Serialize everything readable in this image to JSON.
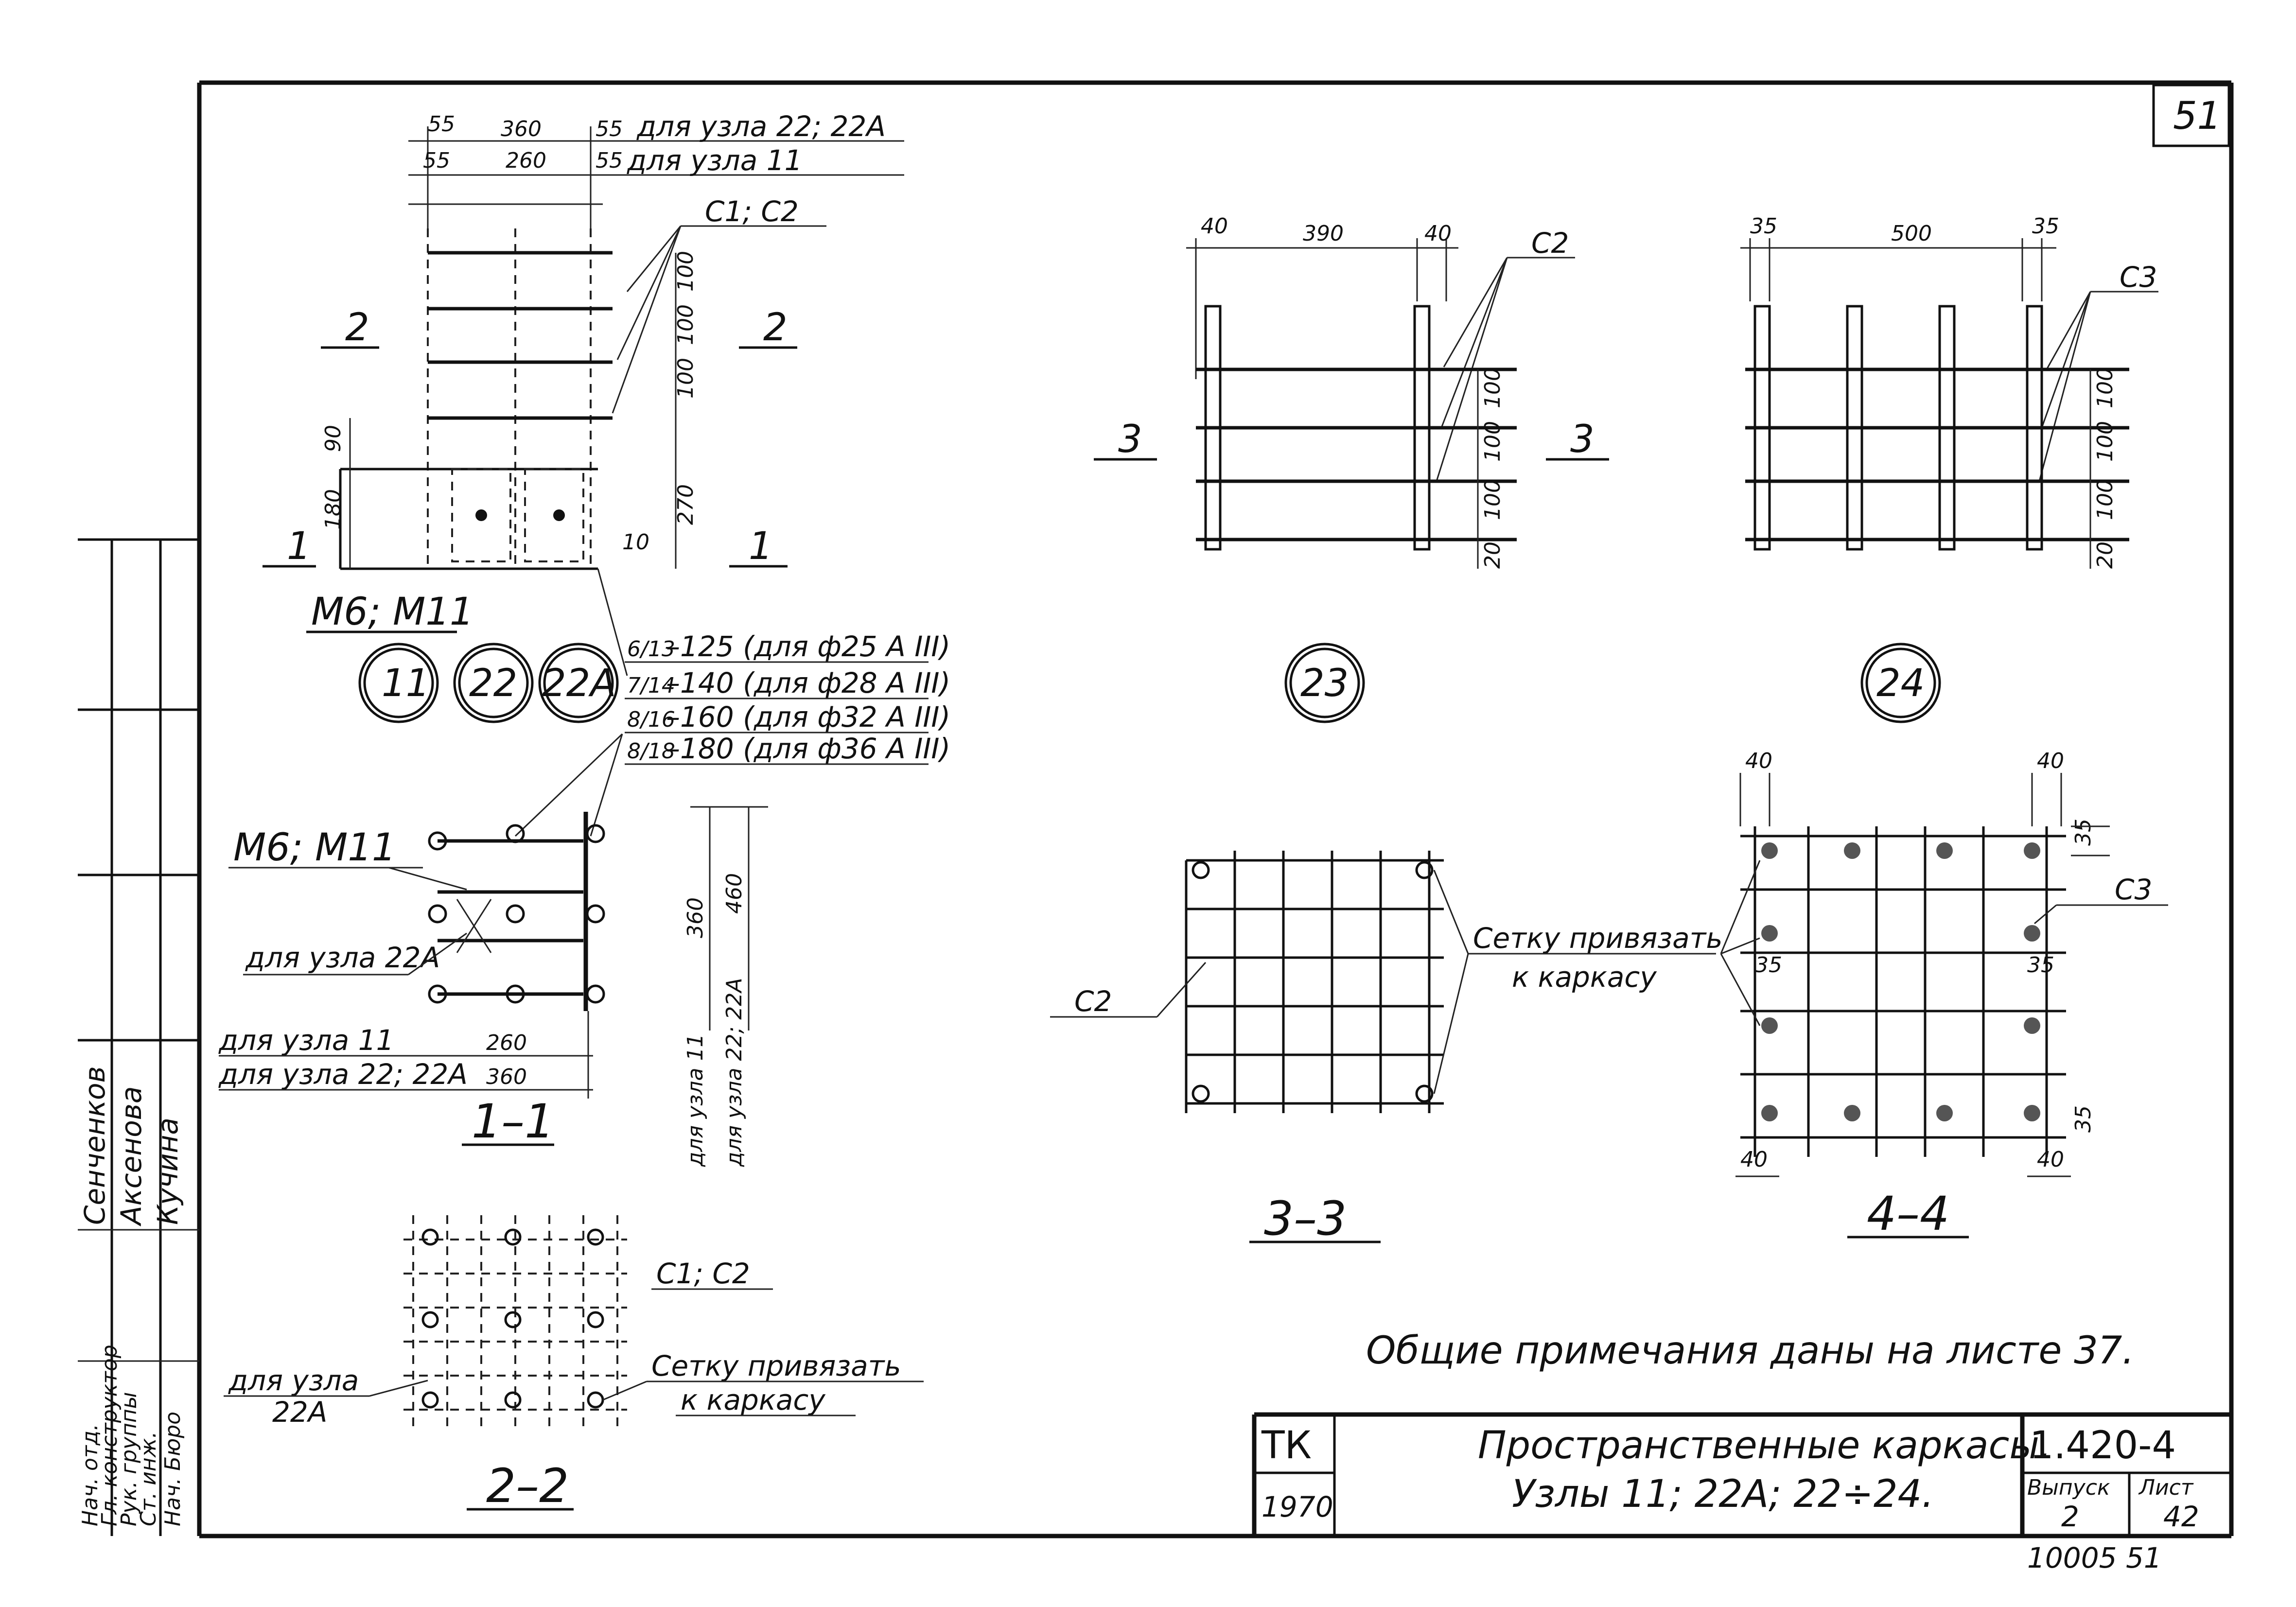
{
  "sheet": {
    "page_number": "51",
    "general_note": "Общие примечания даны на листе 37.",
    "archive_mark": "10005 51"
  },
  "title_block": {
    "org": "ТК",
    "year": "1970",
    "title_line1": "Пространственные каркасы.",
    "title_line2": "Узлы 11; 22А; 22÷24.",
    "series": "1.420-4",
    "issue_label": "Выпуск",
    "issue_value": "2",
    "sheet_label": "Лист",
    "sheet_value": "42"
  },
  "left_stamp": {
    "roles": [
      "Нач. отд.",
      "Гл. конструктор",
      "Рук. группы",
      "Ст. инж.",
      "Нач. Бюро"
    ],
    "names": [
      "Сенченков",
      "Аксенова",
      "Кучина"
    ]
  },
  "node_11_22": {
    "dim_top_1": [
      "55",
      "360",
      "55"
    ],
    "note_top_1": "для узла 22; 22А",
    "dim_top_2": [
      "55",
      "260",
      "55"
    ],
    "note_top_2": "для узла 11",
    "mesh_label": "С1; С2",
    "dims_right": [
      "100",
      "100",
      "100",
      "270"
    ],
    "dims_left": [
      "90",
      "180"
    ],
    "dim_small": "10",
    "cut_2": "2",
    "cut_1": "1",
    "anchor_label": "М6; М11",
    "circles": [
      "11",
      "22",
      "22А"
    ],
    "callouts": [
      {
        "frac": "6/13",
        "text": "–125 (для ф25 А III)"
      },
      {
        "frac": "7/14",
        "text": "–140 (для ф28 А III)"
      },
      {
        "frac": "8/16",
        "text": "–160 (для ф32 А III)"
      },
      {
        "frac": "8/18",
        "text": "–180 (для ф36 А III)"
      }
    ]
  },
  "section_1_1": {
    "anchor_label": "М6; М11",
    "node_note": "для узла 22А",
    "dim_11_label": "для узла 11",
    "dim_11_value": "260",
    "dim_22_label": "для узла 22; 22А",
    "dim_22_value": "360",
    "dim_v1": "360",
    "dim_v2": "460",
    "vert_note_1": "для узла 11",
    "vert_note_2": "для узла 22; 22А",
    "title": "1–1"
  },
  "section_2_2": {
    "mesh_label": "С1; С2",
    "node_note_1": "для узла",
    "node_note_2": "22А",
    "tie_note_1": "Сетку привязать",
    "tie_note_2": "к каркасу",
    "title": "2–2"
  },
  "node_23": {
    "dims_top": [
      "40",
      "390",
      "40"
    ],
    "mesh_label": "С2",
    "dims_right": [
      "100",
      "100",
      "100",
      "20"
    ],
    "cut": "3",
    "circle": "23"
  },
  "node_24": {
    "dims_top": [
      "35",
      "500",
      "35"
    ],
    "mesh_label": "С3",
    "dims_right": [
      "100",
      "100",
      "100",
      "20"
    ],
    "circle": "24"
  },
  "section_3_3": {
    "mesh_label": "С2",
    "tie_note_1": "Сетку привязать",
    "tie_note_2": "к каркасу",
    "title": "3–3"
  },
  "section_4_4": {
    "dims": [
      "40",
      "40",
      "35",
      "35",
      "35",
      "35",
      "40",
      "40"
    ],
    "mesh_label": "С3",
    "title": "4–4"
  }
}
